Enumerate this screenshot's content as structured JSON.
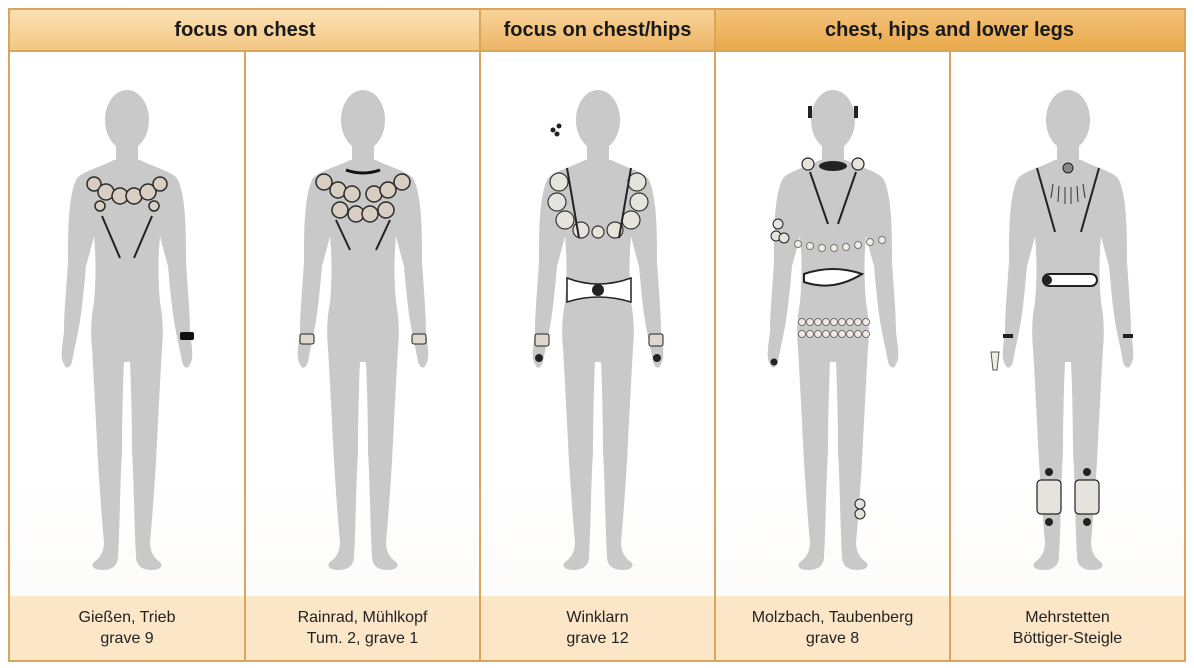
{
  "headers": [
    {
      "label": "focus on chest"
    },
    {
      "label": "focus on chest/hips"
    },
    {
      "label": "chest, hips and lower legs"
    }
  ],
  "figures": [
    {
      "line1": "Gießen, Trieb",
      "line2": "grave 9"
    },
    {
      "line1": "Rainrad, Mühlkopf",
      "line2": "Tum. 2, grave 1"
    },
    {
      "line1": "Winklarn",
      "line2": "grave 12"
    },
    {
      "line1": "Molzbach, Taubenberg",
      "line2": "grave 8"
    },
    {
      "line1": "Mehrstetten",
      "line2": "Böttiger-Steigle"
    }
  ],
  "colors": {
    "border": "#d9a55b",
    "caption_bg": "#fbe6c8",
    "silhouette": "#c9c9c9"
  }
}
